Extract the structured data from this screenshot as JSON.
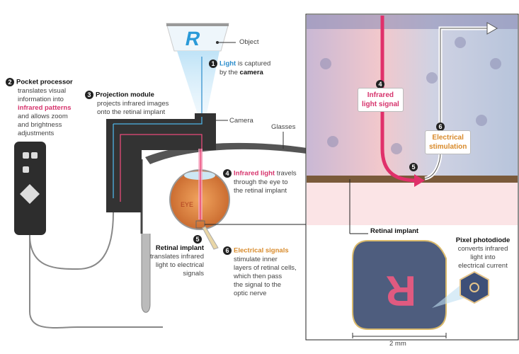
{
  "step1": {
    "num": "1",
    "light": "Light",
    "text1": " is captured",
    "text2": "by the ",
    "camera": "camera"
  },
  "step2": {
    "num": "2",
    "title": "Pocket processor",
    "l1": "translates visual",
    "l2": "information into",
    "highlight": "infrared patterns",
    "l3": "and allows zoom",
    "l4": "and brightness",
    "l5": "adjustments"
  },
  "step3": {
    "num": "3",
    "title": "Projection module",
    "l1": "projects infrared images",
    "l2": "onto the retinal implant"
  },
  "step4": {
    "num": "4",
    "highlight": "Infrared light",
    "l1": " travels",
    "l2": "through the eye to",
    "l3": "the retinal implant"
  },
  "step5": {
    "num": "5",
    "title": "Retinal implant",
    "l1": "translates infrared",
    "l2": "light to electrical",
    "l3": "signals"
  },
  "step6": {
    "num": "6",
    "highlight": "Electrical signals",
    "l1": "stimulate inner",
    "l2": "layers of retinal cells,",
    "l3": "which then pass",
    "l4": "the signal to the",
    "l5": "optic nerve"
  },
  "labels": {
    "object": "Object",
    "camera": "Camera",
    "glasses": "Glasses",
    "eye": "EYE",
    "retinal_implant": "Retinal implant",
    "scale": "2 mm"
  },
  "detail": {
    "n4": "4",
    "infrared1": "Infrared",
    "infrared2": "light signal",
    "n5": "5",
    "n6": "6",
    "elec1": "Electrical",
    "elec2": "stimulation"
  },
  "photodiode": {
    "title": "Pixel photodiode",
    "l1": "converts infrared",
    "l2": "light into",
    "l3": "electrical current"
  },
  "colors": {
    "pink": "#d6336c",
    "blue": "#2a8ccc",
    "orange": "#d88a2a"
  }
}
